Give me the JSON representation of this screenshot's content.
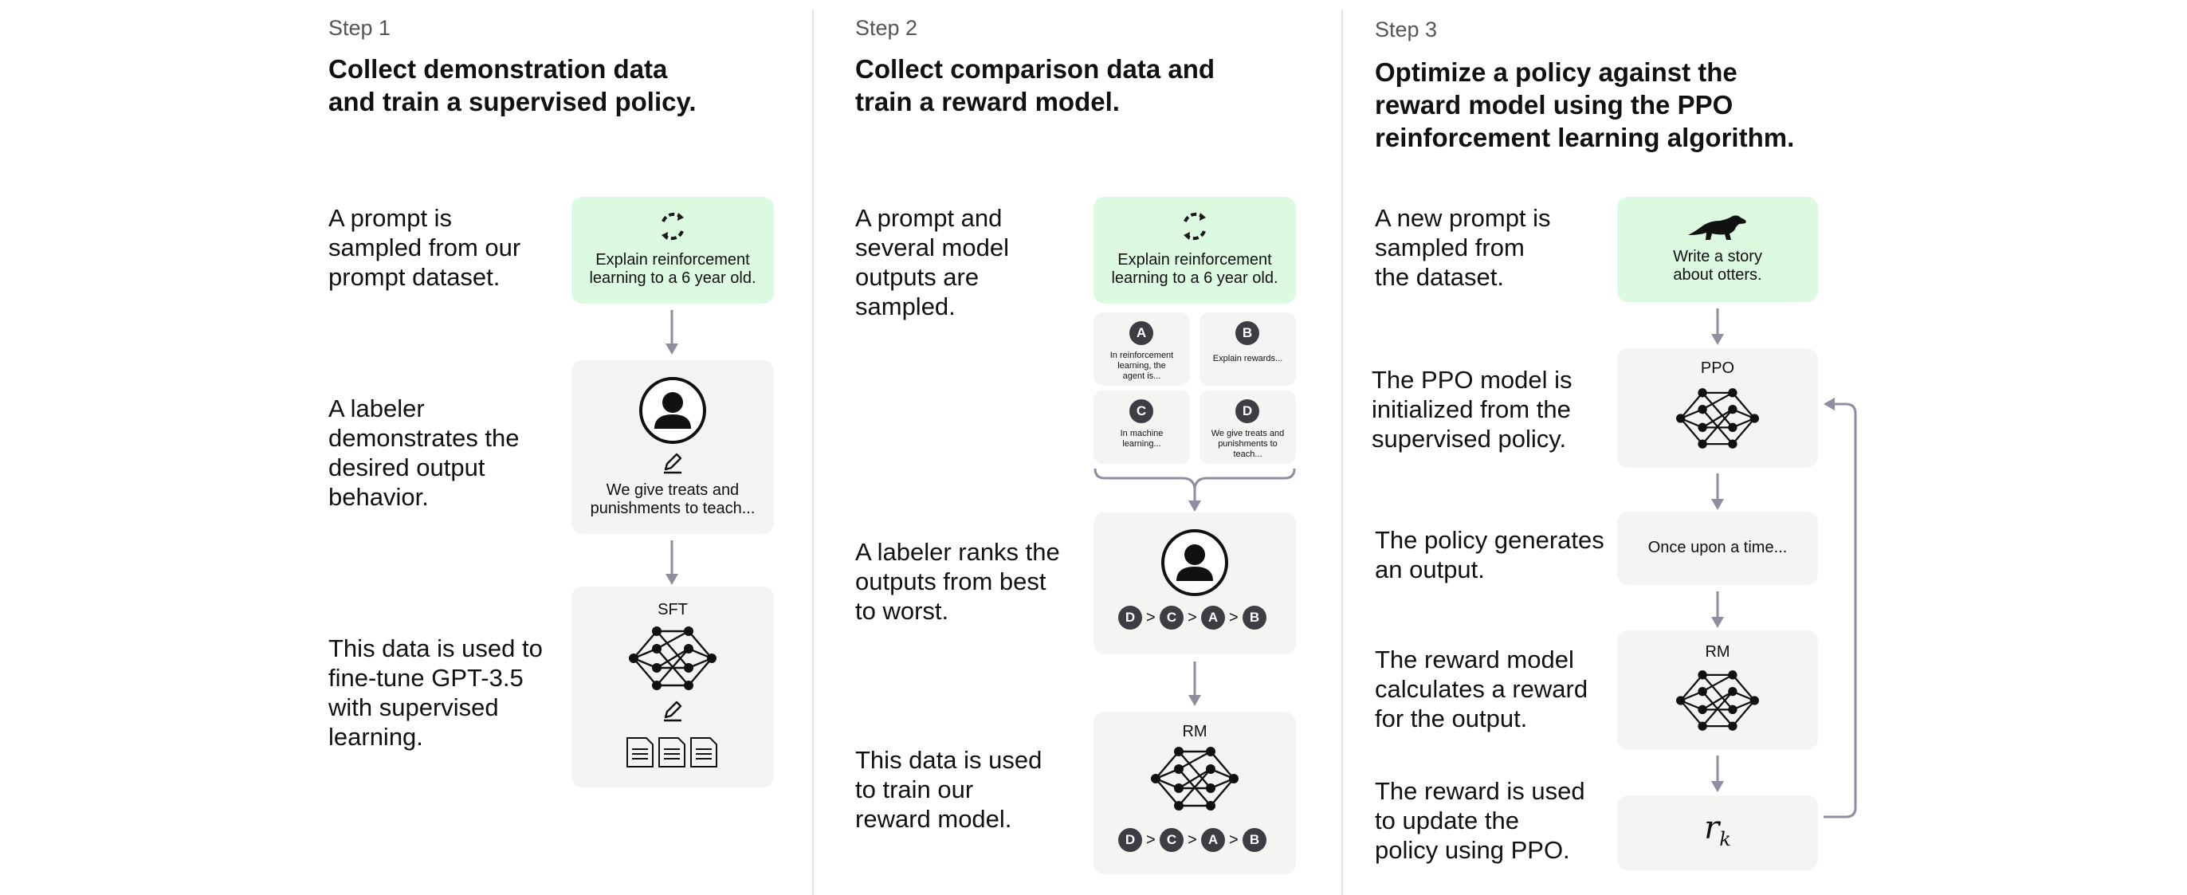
{
  "steps": [
    {
      "step_label": "Step 1",
      "title": "Collect demonstration data\nand train a supervised policy.",
      "rows": [
        {
          "desc": "A prompt is\nsampled from our\nprompt dataset.",
          "box_text": "Explain reinforcement\nlearning to a 6 year old."
        },
        {
          "desc": "A labeler\ndemonstrates the\ndesired output\nbehavior.",
          "box_text": "We give treats and\npunishments to teach..."
        },
        {
          "desc": "This data is used to\nfine-tune GPT-3.5\nwith supervised\nlearning.",
          "box_label": "SFT"
        }
      ]
    },
    {
      "step_label": "Step 2",
      "title": "Collect comparison data and\ntrain a reward model.",
      "rows": [
        {
          "desc": "A prompt and\nseveral model\noutputs are\nsampled.",
          "box_text": "Explain reinforcement\nlearning to a 6 year old."
        },
        {
          "desc": "A labeler ranks the\noutputs from best\nto worst."
        },
        {
          "desc": "This data is used\nto train our\nreward model.",
          "box_label": "RM"
        }
      ],
      "outputs": [
        {
          "letter": "A",
          "text": "In reinforcement\nlearning, the\nagent is..."
        },
        {
          "letter": "B",
          "text": "Explain rewards..."
        },
        {
          "letter": "C",
          "text": "In machine\nlearning..."
        },
        {
          "letter": "D",
          "text": "We give treats and\npunishments to\nteach..."
        }
      ],
      "ranking": [
        "D",
        "C",
        "A",
        "B"
      ],
      "ranking_sep": ">"
    },
    {
      "step_label": "Step 3",
      "title": "Optimize a policy against the\nreward model using the PPO\nreinforcement learning algorithm.",
      "rows": [
        {
          "desc": "A new prompt is\nsampled from\nthe dataset.",
          "box_text": "Write a story\nabout otters."
        },
        {
          "desc": "The PPO model is\ninitialized from the\nsupervised policy.",
          "box_label": "PPO"
        },
        {
          "desc": "The policy generates\nan output.",
          "box_text": "Once upon a time..."
        },
        {
          "desc": "The reward model\ncalculates a reward\nfor the output.",
          "box_label": "RM"
        },
        {
          "desc": "The reward is used\nto update the\npolicy using PPO.",
          "box_symbol": "r",
          "box_subscript": "k"
        }
      ]
    }
  ],
  "colors": {
    "green_box": "#dcfadf",
    "gray_box": "#f4f4f2",
    "arrow": "#8e8ea0",
    "badge": "#3d3d44"
  },
  "icons": [
    "recycle-icon",
    "person-icon",
    "pencil-icon",
    "neural-network-icon",
    "document-icon",
    "otter-icon",
    "arrow-down-icon",
    "brace-icon",
    "feedback-arrow-icon"
  ]
}
